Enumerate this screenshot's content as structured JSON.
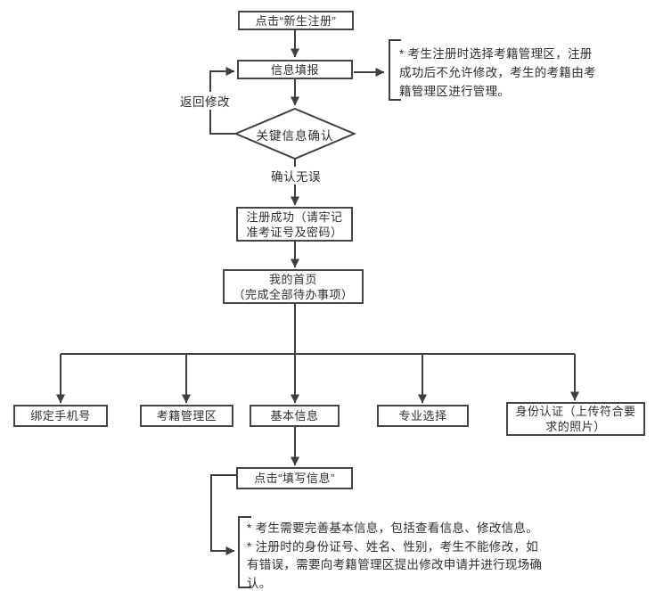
{
  "colors": {
    "line": "#3f3f3f",
    "box_border": "#454545",
    "text": "#2f2f2f",
    "background": "#ffffff"
  },
  "nodes": {
    "start": {
      "label": "点击“新生注册”"
    },
    "fill_info": {
      "label": "信息填报"
    },
    "decision": {
      "label": "关键信息确认"
    },
    "success": {
      "line1": "注册成功（请牢记",
      "line2": "准考证号及密码）"
    },
    "home": {
      "line1": "我的首页",
      "line2": "（完成全部待办事项）"
    },
    "bind_phone": {
      "label": "绑定手机号"
    },
    "exam_area": {
      "label": "考籍管理区"
    },
    "basic_info": {
      "label": "基本信息"
    },
    "major_select": {
      "label": "专业选择"
    },
    "identity": {
      "line1": "身份认证（上传符合要",
      "line2": "求的照片）"
    },
    "click_fill": {
      "label": "点击“填写信息”"
    }
  },
  "edge_labels": {
    "return_modify": "返回修改",
    "confirmed": "确认无误"
  },
  "notes": {
    "top": {
      "lines": [
        "* 考生注册时选择考籍管理区，注册",
        "成功后不允许修改，考生的考籍由考",
        "籍管理区进行管理。"
      ]
    },
    "bottom": {
      "lines": [
        "* 考生需要完善基本信息，包括查看信息、修改信息。",
        "* 注册时的身份证号、姓名、性别，考生不能修改，如",
        "有错误，需要向考籍管理区提出修改申请并进行现场确",
        "认。"
      ]
    }
  }
}
